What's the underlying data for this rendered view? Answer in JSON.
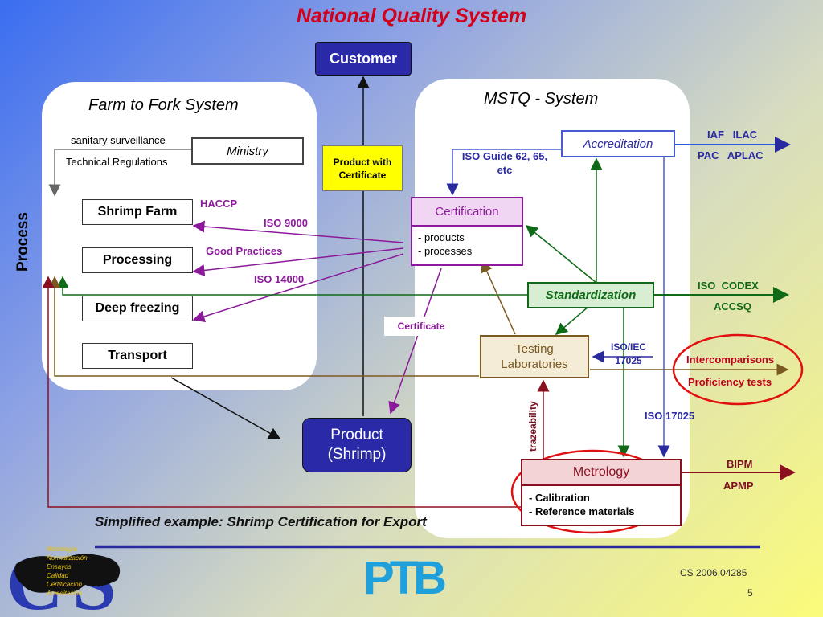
{
  "title": "National Quality System",
  "customer": "Customer",
  "product_certificate": "Product with Certificate",
  "product_shrimp": "Product (Shrimp)",
  "farm_panel": {
    "title": "Farm to Fork System",
    "sanitary": "sanitary surveillance",
    "technical": "Technical Regulations",
    "ministry": "Ministry",
    "process": "Process",
    "steps": [
      "Shrimp Farm",
      "Processing",
      "Deep freezing",
      "Transport"
    ],
    "standards": [
      "HACCP",
      "ISO 9000",
      "Good Practices",
      "ISO 14000"
    ]
  },
  "mstq_panel": {
    "title": "MSTQ - System",
    "accreditation": "Accreditation",
    "iso_guide": "ISO Guide 62, 65, etc",
    "certification": "Certification",
    "cert_items": [
      "- products",
      "- processes"
    ],
    "standardization": "Standardization",
    "certificate": "Certificate",
    "testing": "Testing Laboratories",
    "iso_iec": "ISO/IEC 17025",
    "iso_17025": "ISO 17025",
    "traceability": "trazeability",
    "metrology": "Metrology",
    "metrology_items": [
      "- Calibration",
      "- Reference materials"
    ]
  },
  "external": {
    "iaf_ilac": "IAF   ILAC",
    "pac_aplac": "PAC   APLAC",
    "iso_codex": "ISO  CODEX",
    "accsq": "ACCSQ",
    "intercomparisons": "Intercomparisons",
    "proficiency": "Proficiency tests",
    "bipm": "BIPM",
    "apmp": "APMP"
  },
  "caption": "Simplified example: Shrimp Certification for Export",
  "footer": {
    "code": "CS 2006.04285",
    "page": "5",
    "ptb_logo": "PTB",
    "msqc_letters": [
      "Metrología",
      "Normalización",
      "Ensayos",
      "Calidad",
      "Certificación",
      "Acreditación"
    ]
  },
  "colors": {
    "title_red": "#d2001a",
    "certification": "#8b1a9a",
    "accreditation": "#2a2aa0",
    "standardization": "#0e6a17",
    "metrology": "#7a1020",
    "customer_box": "#2a2aa8",
    "product_box": "#2a2aa8",
    "highlight_yellow": "#ffff00",
    "ptb_blue": "#1ea0dc"
  }
}
